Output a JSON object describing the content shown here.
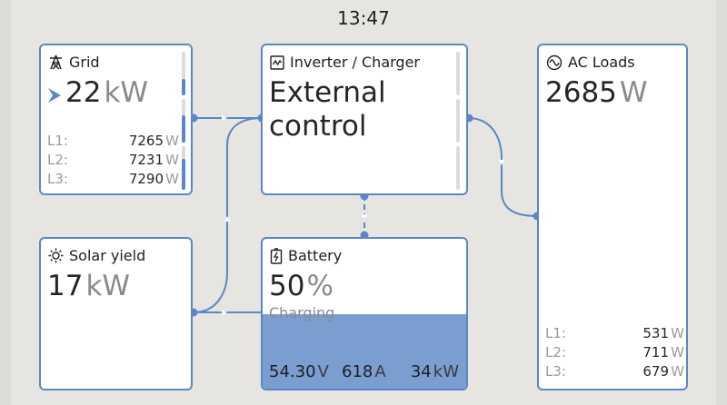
{
  "clock": "13:47",
  "grid": {
    "title": "Grid",
    "icon": "grid-tower-icon",
    "flow_icon": "chevron-right-icon",
    "power_value": "22",
    "power_unit": "kW",
    "phases": [
      {
        "label": "L1:",
        "value": "7265",
        "unit": "W"
      },
      {
        "label": "L2:",
        "value": "7231",
        "unit": "W"
      },
      {
        "label": "L3:",
        "value": "7290",
        "unit": "W"
      }
    ]
  },
  "inverter": {
    "title": "Inverter / Charger",
    "icon": "inverter-wave-icon",
    "state_line1": "External",
    "state_line2": "control"
  },
  "ac_loads": {
    "title": "AC Loads",
    "icon": "sine-wave-icon",
    "power_value": "2685",
    "power_unit": "W",
    "phases": [
      {
        "label": "L1:",
        "value": "531",
        "unit": "W"
      },
      {
        "label": "L2:",
        "value": "711",
        "unit": "W"
      },
      {
        "label": "L3:",
        "value": "679",
        "unit": "W"
      }
    ]
  },
  "solar": {
    "title": "Solar yield",
    "icon": "sun-icon",
    "power_value": "17",
    "power_unit": "kW"
  },
  "battery": {
    "title": "Battery",
    "icon": "battery-charging-icon",
    "soc_value": "50",
    "soc_unit": "%",
    "soc_fraction": 0.5,
    "status": "Charging",
    "voltage_value": "54.30",
    "voltage_unit": "V",
    "current_value": "618",
    "current_unit": "A",
    "power_value": "34",
    "power_unit": "kW"
  },
  "colors": {
    "accent": "#5b87c3",
    "battery_fill": "#7b9ed1",
    "card_bg": "#ffffff",
    "background": "#e7e5e2"
  }
}
